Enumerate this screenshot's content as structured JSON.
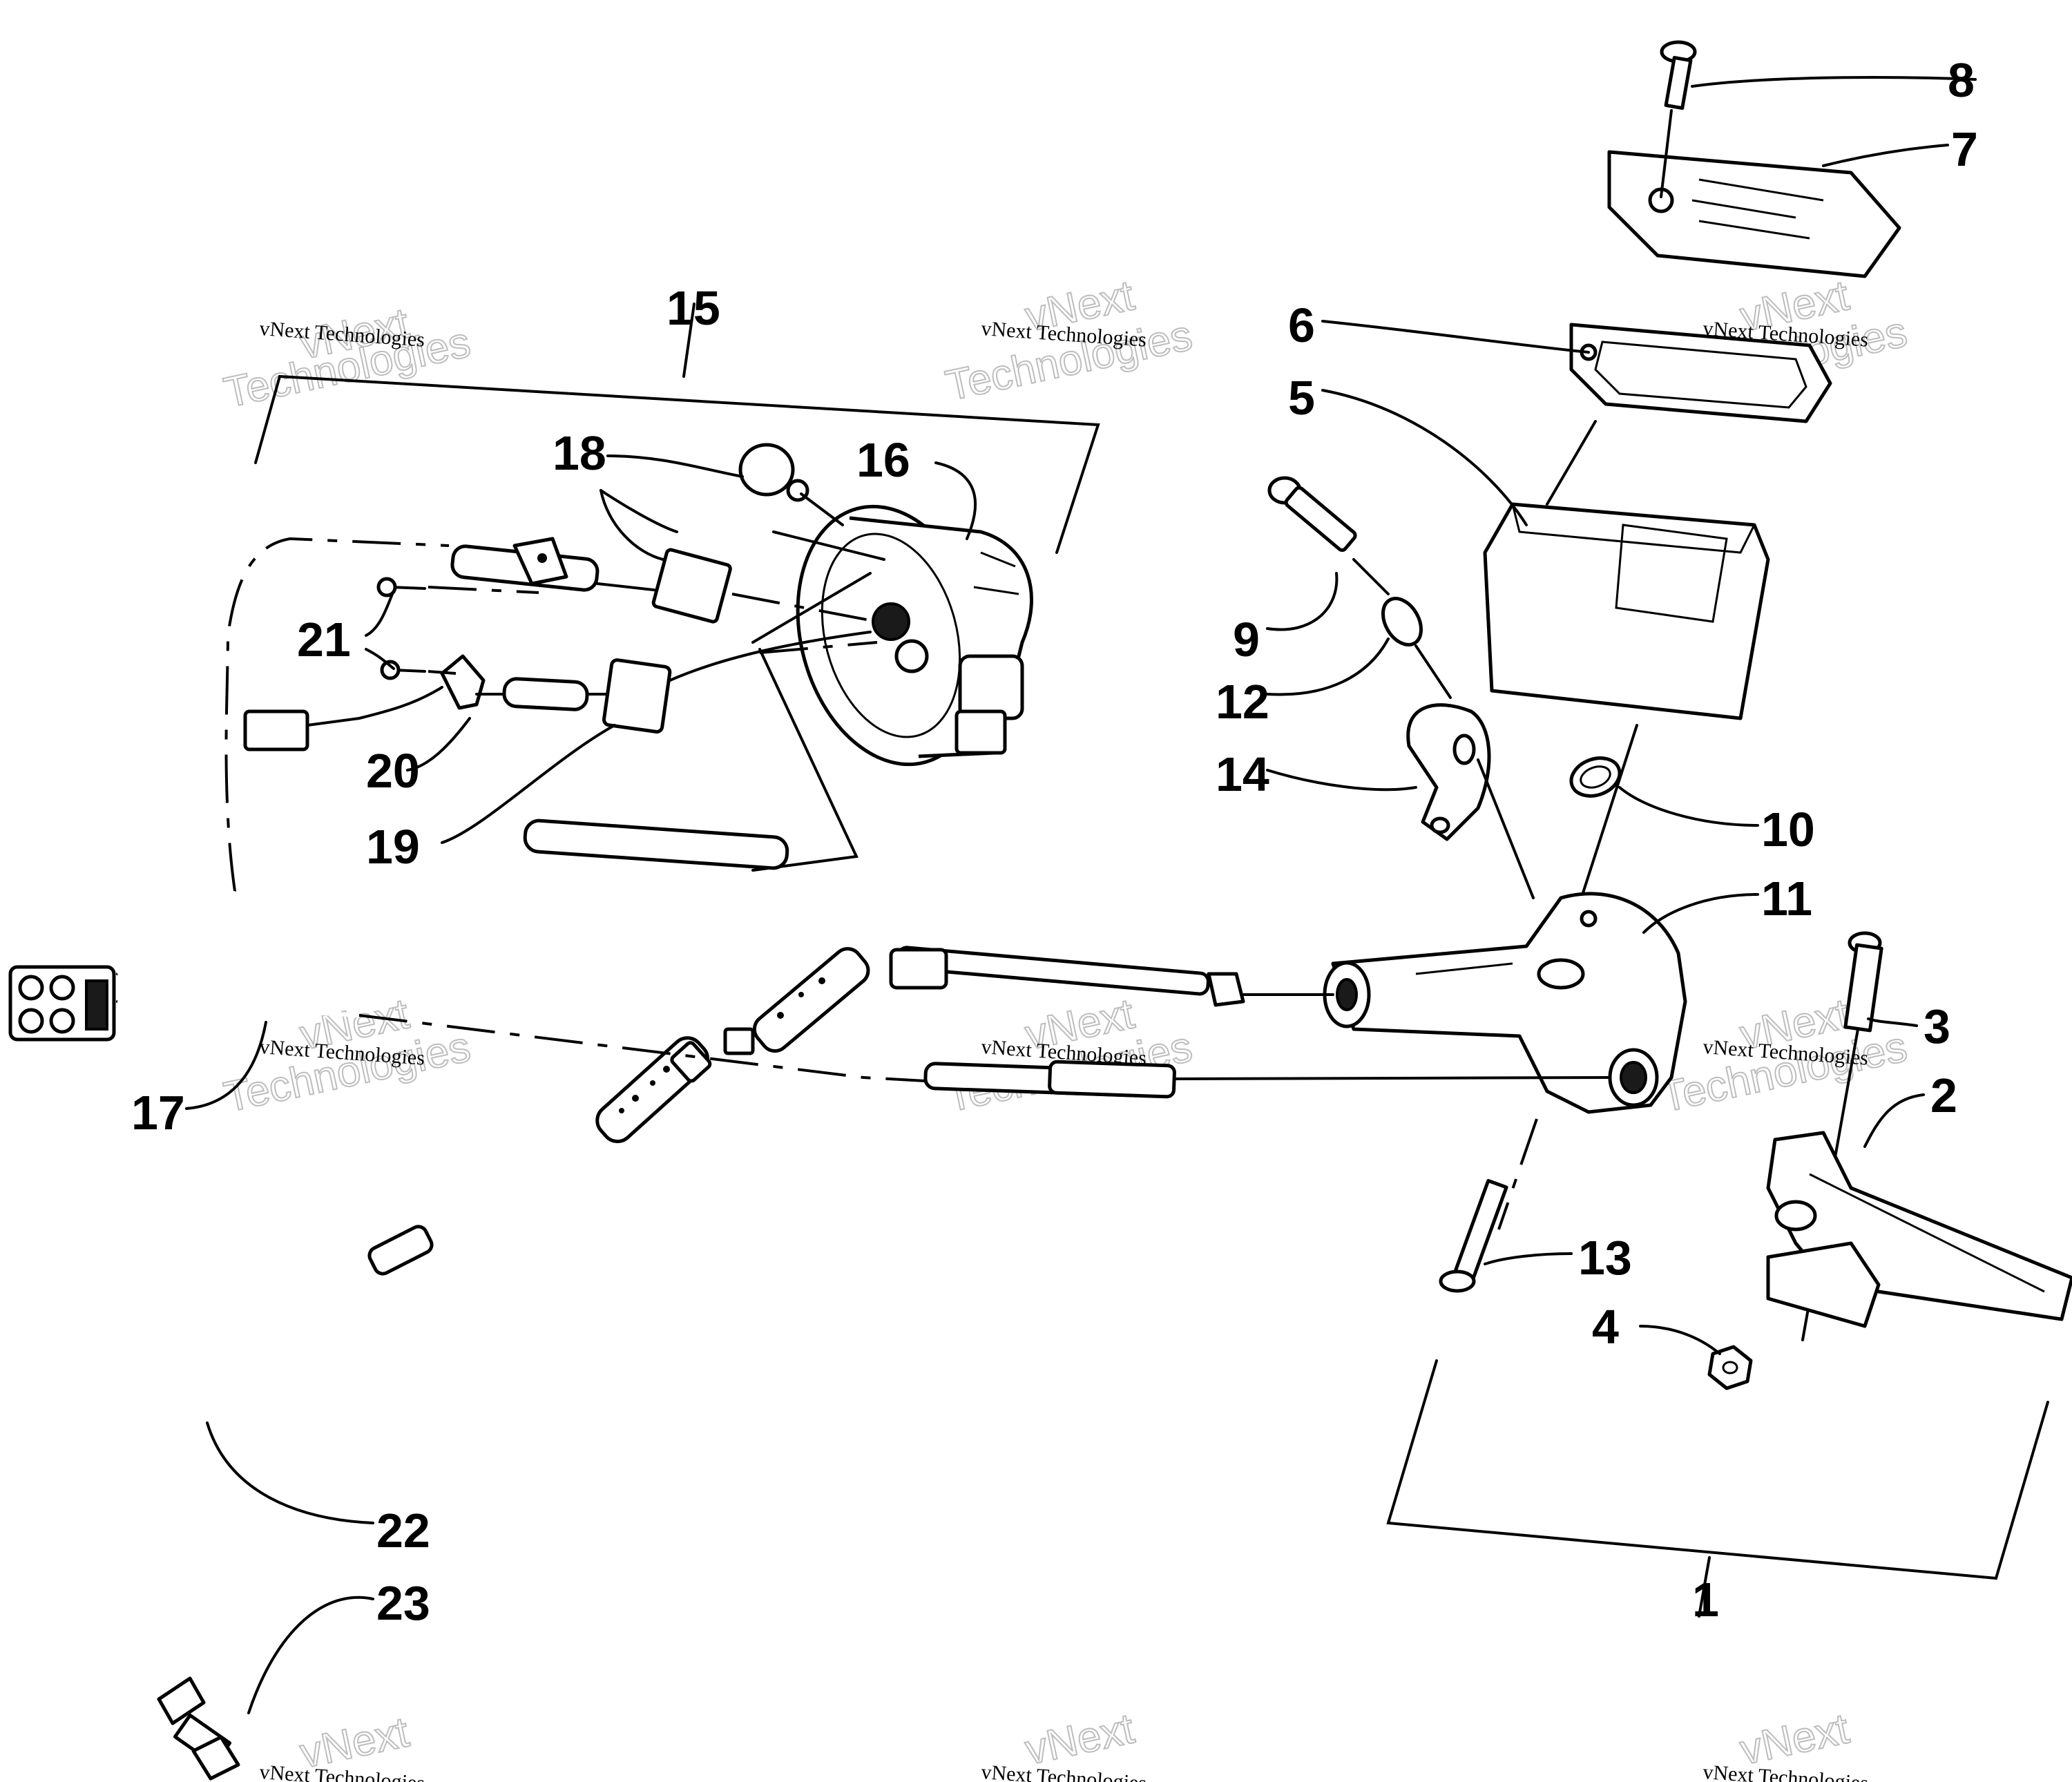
{
  "callouts": [
    "1",
    "2",
    "3",
    "4",
    "5",
    "6",
    "7",
    "8",
    "9",
    "10",
    "11",
    "12",
    "13",
    "14",
    "15",
    "16",
    "17",
    "18",
    "19",
    "20",
    "21",
    "22",
    "23"
  ],
  "watermark": {
    "small": "vNext Technologies",
    "big_top": "vNext",
    "big_bottom": "Technologies"
  }
}
